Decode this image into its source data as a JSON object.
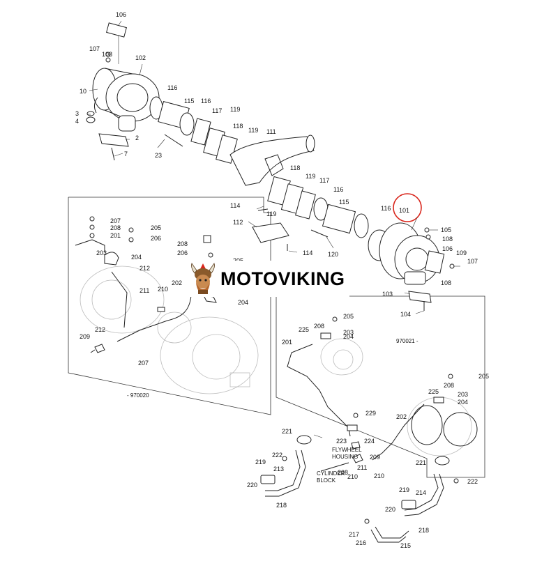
{
  "watermark": {
    "brand": "MOTOVIKING"
  },
  "highlight": {
    "part": "101",
    "color": "#d9261c"
  },
  "captions": {
    "serial_left": "- 970020",
    "serial_right": "970021 -",
    "flywheel_housing_1": "FLYWHEEL",
    "flywheel_housing_2": "HOUSING",
    "cylinder_block_1": "CYLINDER",
    "cylinder_block_2": "BLOCK"
  },
  "callouts": {
    "top": [
      "106",
      "107",
      "108",
      "102",
      "10",
      "3",
      "4",
      "2",
      "7",
      "23",
      "116",
      "115",
      "116",
      "117",
      "119",
      "118",
      "119",
      "111",
      "118",
      "119",
      "117",
      "116",
      "115",
      "116",
      "114",
      "119",
      "112",
      "114",
      "120",
      "101",
      "105",
      "108",
      "106",
      "109",
      "107",
      "108",
      "103",
      "104"
    ],
    "left": [
      "207",
      "208",
      "201",
      "205",
      "206",
      "203",
      "204",
      "212",
      "211",
      "210",
      "209",
      "212",
      "207",
      "208",
      "206",
      "205",
      "202",
      "204"
    ],
    "right": [
      "205",
      "225",
      "208",
      "203",
      "201",
      "204",
      "205",
      "225",
      "208",
      "203",
      "204",
      "229",
      "221",
      "222",
      "223",
      "224",
      "202",
      "209",
      "211",
      "219",
      "213",
      "228",
      "210",
      "210",
      "220",
      "218",
      "221",
      "222",
      "219",
      "214",
      "220",
      "218",
      "217",
      "216",
      "215"
    ]
  }
}
